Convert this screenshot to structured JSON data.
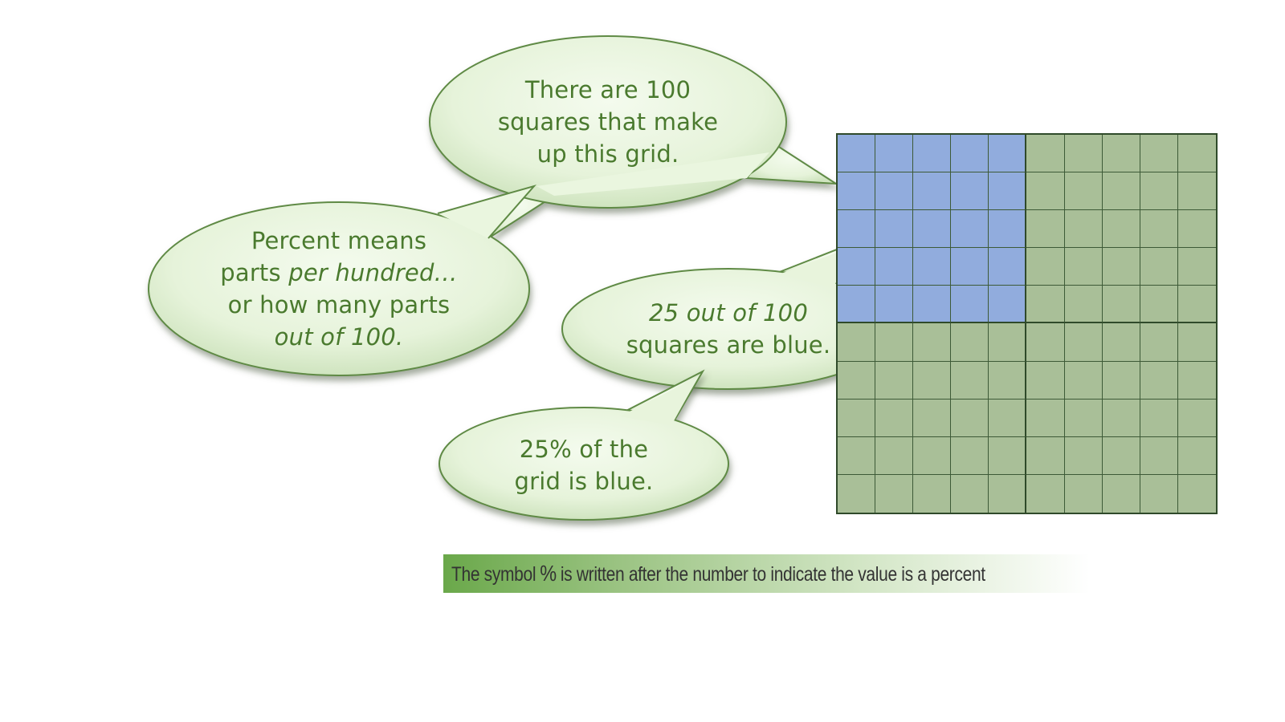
{
  "bubbles": {
    "grid_count": {
      "lines": [
        "There are 100",
        "squares that make",
        "up this grid."
      ]
    },
    "percent_meaning": {
      "line1": "Percent means",
      "line2_prefix": "parts ",
      "line2_italic": "per hundred…",
      "line3": "or how many parts",
      "line4_italic": "out of 100."
    },
    "blue_count": {
      "line1_italic": "25 out of 100",
      "line2": "squares are blue."
    },
    "blue_percent": {
      "lines": [
        "25% of the",
        "grid is blue."
      ]
    }
  },
  "grid": {
    "rows": 10,
    "columns": 10,
    "total_squares": 100,
    "blue_squares": 25,
    "blue_block": "top-left 5x5",
    "colors": {
      "blue": "#91acdd",
      "green": "#a9bf98",
      "lines": "#3d5a37"
    }
  },
  "caption": {
    "before": "The symbol",
    "symbol": "%",
    "after": "is written after the number to indicate the value is a percent"
  },
  "colors": {
    "bubble_fill": "#eaf6df",
    "bubble_stroke": "#5f8a45",
    "bubble_text": "#4a7a2e",
    "caption_bar_start": "#6aa84a"
  }
}
